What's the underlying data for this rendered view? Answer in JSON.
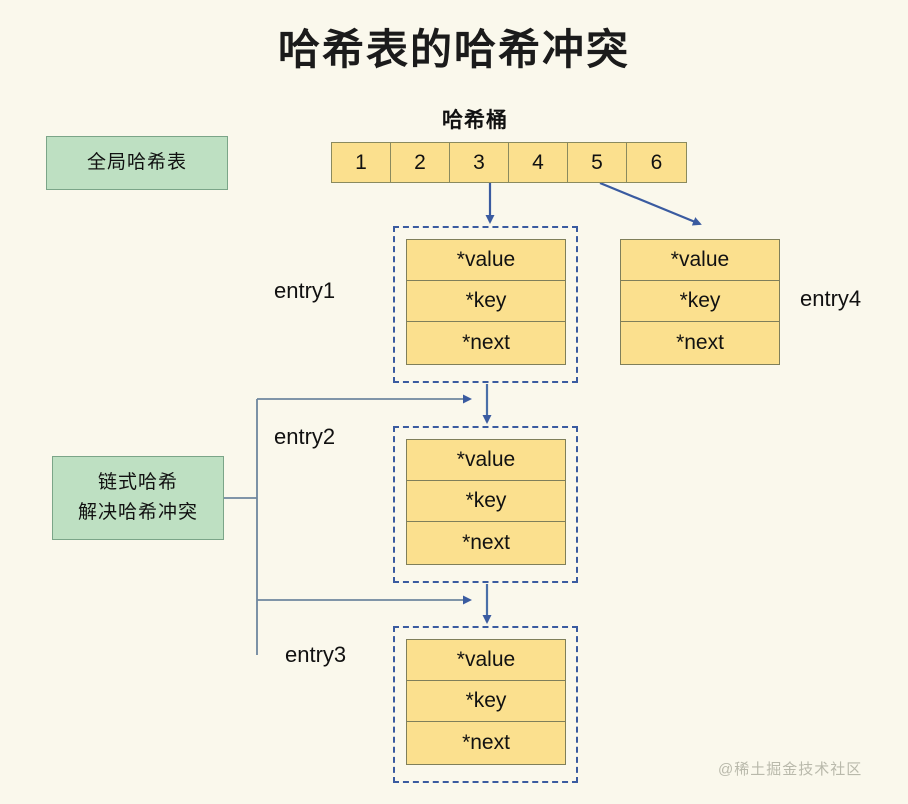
{
  "page": {
    "title": "哈希表的哈希冲突",
    "background_color": "#FAF8EC",
    "watermark": "@稀土掘金技术社区"
  },
  "colors": {
    "node_fill": "#FBE08E",
    "node_border": "#7f7f5a",
    "group_dashed_border": "#3a5ba0",
    "green_fill": "#BEE0C2",
    "green_border": "#7ba588",
    "arrow": "#3a5ba0",
    "connector": "#6f879f"
  },
  "legend_boxes": [
    {
      "id": "global-hash-table",
      "lines": [
        "全局哈希表"
      ]
    },
    {
      "id": "chain-hash",
      "lines": [
        "链式哈希",
        "解决哈希冲突"
      ]
    }
  ],
  "bucket": {
    "label": "哈希桶",
    "cells": [
      "1",
      "2",
      "3",
      "4",
      "5",
      "6"
    ]
  },
  "node_fields": [
    "*value",
    "*key",
    "*next"
  ],
  "entries": [
    {
      "id": "entry1",
      "label": "entry1",
      "label_side": "left",
      "dashed_group": true,
      "fields": [
        "*value",
        "*key",
        "*next"
      ]
    },
    {
      "id": "entry2",
      "label": "entry2",
      "label_side": "left",
      "dashed_group": true,
      "fields": [
        "*value",
        "*key",
        "*next"
      ]
    },
    {
      "id": "entry3",
      "label": "entry3",
      "label_side": "left",
      "dashed_group": true,
      "fields": [
        "*value",
        "*key",
        "*next"
      ]
    },
    {
      "id": "entry4",
      "label": "entry4",
      "label_side": "right",
      "dashed_group": false,
      "fields": [
        "*value",
        "*key",
        "*next"
      ]
    }
  ],
  "connections": [
    {
      "from": "bucket-cell-3",
      "to": "entry1",
      "style": "arrow-down"
    },
    {
      "from": "bucket-cell-5",
      "to": "entry4",
      "style": "arrow-diagonal"
    },
    {
      "from": "entry1",
      "to": "entry2",
      "style": "arrow-down"
    },
    {
      "from": "entry2",
      "to": "entry3",
      "style": "arrow-down"
    },
    {
      "from": "chain-hash",
      "to": "entry2",
      "style": "elbow-arrow"
    },
    {
      "from": "chain-hash",
      "to": "entry3",
      "style": "elbow-arrow"
    }
  ]
}
